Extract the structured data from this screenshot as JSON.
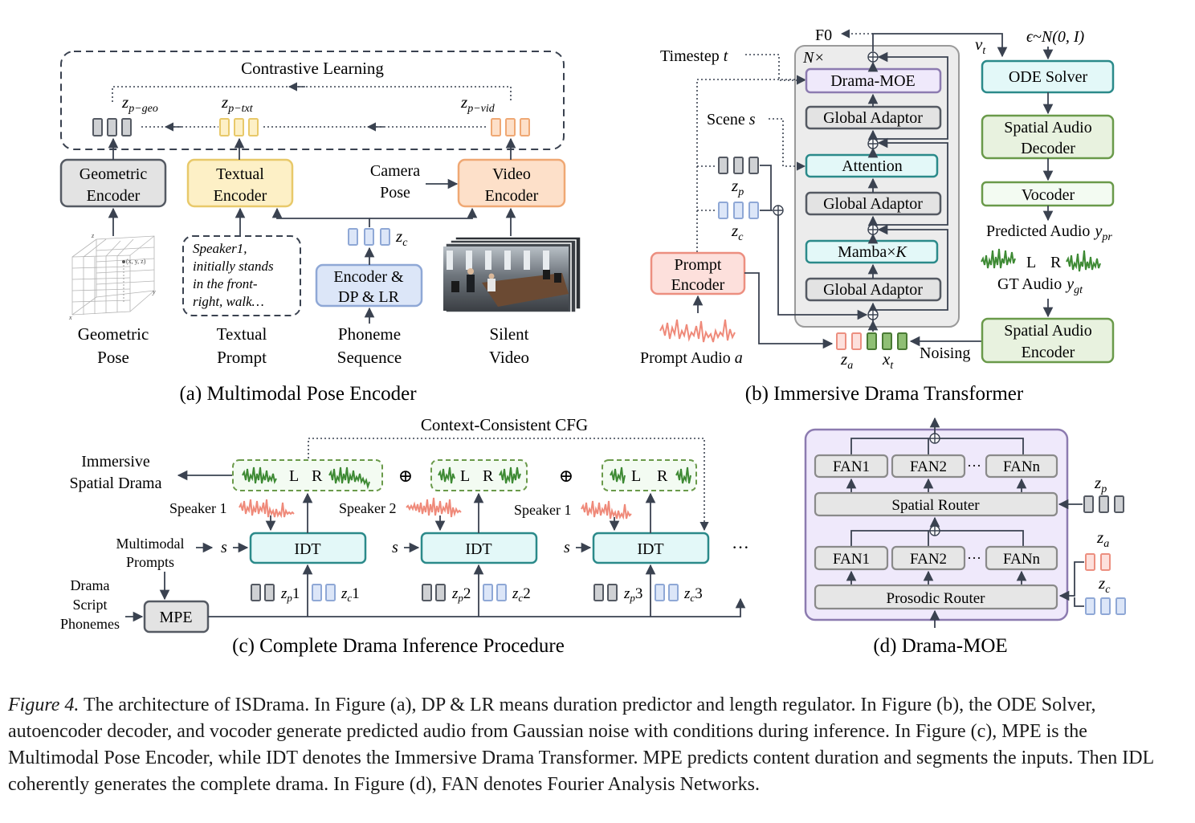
{
  "panel_a": {
    "title": "(a) Multimodal Pose Encoder",
    "contrastive_label": "Contrastive Learning",
    "z_geo": "z",
    "z_geo_sub": "p−geo",
    "z_txt": "z",
    "z_txt_sub": "p−txt",
    "z_vid": "z",
    "z_vid_sub": "p−vid",
    "z_c": "z",
    "z_c_sub": "c",
    "geometric_encoder": [
      "Geometric",
      "Encoder"
    ],
    "textual_encoder": [
      "Textual",
      "Encoder"
    ],
    "video_encoder": [
      "Video",
      "Encoder"
    ],
    "camera_pose": [
      "Camera",
      "Pose"
    ],
    "dp_lr": [
      "Encoder &",
      "DP & LR"
    ],
    "prompt_text": [
      "Speaker1,",
      "initially stands",
      "in the front-",
      "right, walk…"
    ],
    "axis_point": "(x, y, z)",
    "axis_labels": {
      "z": "z",
      "y": "y",
      "x": "x"
    },
    "inputs": {
      "geometric": [
        "Geometric",
        "Pose"
      ],
      "textual": [
        "Textual",
        "Prompt"
      ],
      "phoneme": [
        "Phoneme",
        "Sequence"
      ],
      "video": [
        "Silent",
        "Video"
      ]
    }
  },
  "panel_b": {
    "title": "(b) Immersive Drama Transformer",
    "f0": "F0",
    "n_times": "N×",
    "timestep": "Timestep",
    "timestep_var": "t",
    "scene": "Scene",
    "scene_var": "s",
    "v_t": "v",
    "v_t_sub": "t",
    "epsilon": "ϵ~N(0, I)",
    "drama_moe": "Drama-MOE",
    "global_adaptor": "Global Adaptor",
    "attention": "Attention",
    "mamba": "Mamba×",
    "mamba_var": "K",
    "z_p": "z",
    "z_p_sub": "p",
    "z_c": "z",
    "z_c_sub": "c",
    "prompt_encoder": [
      "Prompt",
      "Encoder"
    ],
    "prompt_audio": "Prompt Audio",
    "prompt_audio_var": "a",
    "z_a": "z",
    "z_a_sub": "a",
    "x_t": "x",
    "x_t_sub": "t",
    "noising": "Noising",
    "ode_solver": "ODE Solver",
    "spatial_audio_decoder": [
      "Spatial Audio",
      "Decoder"
    ],
    "vocoder": "Vocoder",
    "predicted_audio": "Predicted Audio",
    "predicted_var": "y",
    "predicted_sub": "pr",
    "L": "L",
    "R": "R",
    "gt_audio": "GT Audio",
    "gt_var": "y",
    "gt_sub": "gt",
    "spatial_audio_encoder": [
      "Spatial Audio",
      "Encoder"
    ]
  },
  "panel_c": {
    "title": "(c) Complete Drama Inference Procedure",
    "cfg": "Context-Consistent CFG",
    "immersive": [
      "Immersive",
      "Spatial Drama"
    ],
    "speakers": [
      "Speaker 1",
      "Speaker 2",
      "Speaker 1"
    ],
    "multimodal_prompts": [
      "Multimodal",
      "Prompts"
    ],
    "drama_script": [
      "Drama",
      "Script",
      "Phonemes"
    ],
    "mpe": "MPE",
    "idt": "IDT",
    "s": "s",
    "L": "L",
    "R": "R",
    "oplus": "⊕",
    "ellipsis": "···",
    "z_labels": [
      {
        "zp": "z",
        "zp_sub": "p",
        "zp_idx": "1",
        "zc": "z",
        "zc_sub": "c",
        "zc_idx": "1"
      },
      {
        "zp": "z",
        "zp_sub": "p",
        "zp_idx": "2",
        "zc": "z",
        "zc_sub": "c",
        "zc_idx": "2"
      },
      {
        "zp": "z",
        "zp_sub": "p",
        "zp_idx": "3",
        "zc": "z",
        "zc_sub": "c",
        "zc_idx": "3"
      }
    ]
  },
  "panel_d": {
    "title": "(d) Drama-MOE",
    "fan1": "FAN1",
    "fan2": "FAN2",
    "fann": "FANn",
    "dots": "···",
    "spatial_router": "Spatial Router",
    "prosodic_router": "Prosodic Router",
    "z_p": "z",
    "z_p_sub": "p",
    "z_a": "z",
    "z_a_sub": "a",
    "z_c": "z",
    "z_c_sub": "c"
  },
  "caption": {
    "lead": "Figure 4.",
    "text": " The architecture of ISDrama. In Figure (a), DP & LR means duration predictor and length regulator. In Figure (b), the ODE Solver, autoencoder decoder, and vocoder generate predicted audio from Gaussian noise with conditions during inference. In Figure (c), MPE is the Multimodal Pose Encoder, while IDT denotes the Immersive Drama Transformer. MPE predicts content duration and segments the inputs. Then IDL coherently generates the complete drama. In Figure (d), FAN denotes Fourier Analysis Networks."
  },
  "colors": {
    "grey_fill": "#e3e3e3",
    "grey_stroke": "#555a63",
    "yellow_fill": "#fdf0c6",
    "yellow_stroke": "#e8c96a",
    "orange_fill": "#fde0c9",
    "orange_stroke": "#efa874",
    "blue_fill": "#dce6f8",
    "blue_stroke": "#8fa8d6",
    "cyan_fill": "#e3f8f8",
    "teal_stroke": "#2b8a8a",
    "purple_fill": "#efe9fb",
    "purple_stroke": "#8c7bb0",
    "salmon_fill": "#fde0dc",
    "salmon_stroke": "#ec8f80",
    "green_fill": "#e8f2df",
    "green_stroke": "#6a9a4a",
    "wave_green": "#3e8a34",
    "wave_red": "#ef8a7a",
    "line": "#3a4250"
  }
}
